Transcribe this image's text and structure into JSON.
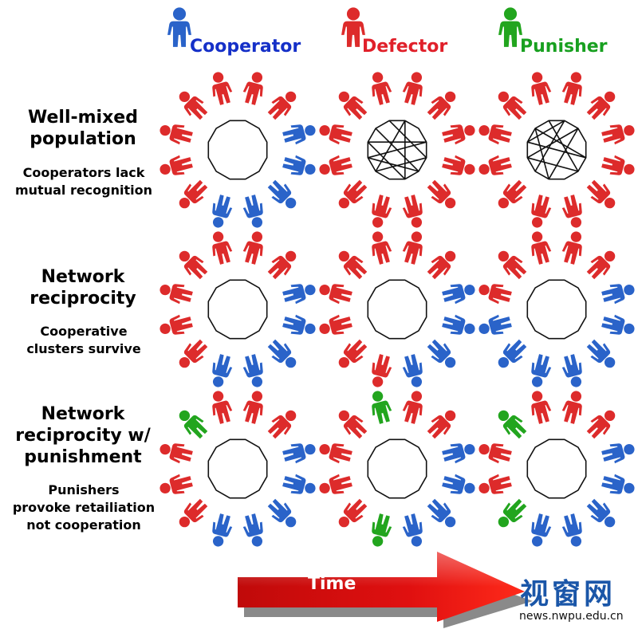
{
  "legend": [
    {
      "label": "Cooperator",
      "color": "#1530c8",
      "figure_color": "#2a63c9",
      "icon": "cooperator-person-icon"
    },
    {
      "label": "Defector",
      "color": "#e0202a",
      "figure_color": "#dd2b2b",
      "icon": "defector-person-icon"
    },
    {
      "label": "Punisher",
      "color": "#18a020",
      "figure_color": "#22a51e",
      "icon": "punisher-person-icon"
    }
  ],
  "rows": [
    {
      "title": "Well-mixed\npopulation",
      "subtitle": "Cooperators lack\nmutual recognition"
    },
    {
      "title": "Network\nreciprocity",
      "subtitle": "Cooperative\nclusters survive"
    },
    {
      "title": "Network\nreciprocity w/\npunishment",
      "subtitle": "Punishers\nprovoke retailiation\nnot cooperation"
    }
  ],
  "time_label": "Time",
  "watermark": {
    "title": "视窗网",
    "url": "news.nwpu.edu.cn"
  },
  "rings": [
    {
      "row": 0,
      "col": 0,
      "agents": "DDDCCCCCDDDD",
      "connections": []
    },
    {
      "row": 0,
      "col": 1,
      "agents": "DDDDDDDDDDDD",
      "connections": [
        [
          0,
          4
        ],
        [
          4,
          8
        ],
        [
          8,
          1
        ],
        [
          1,
          6
        ],
        [
          6,
          10
        ],
        [
          10,
          3
        ],
        [
          3,
          9
        ],
        [
          9,
          5
        ],
        [
          5,
          11
        ]
      ]
    },
    {
      "row": 0,
      "col": 2,
      "agents": "DDDDDDDDDDDD",
      "connections": [
        [
          0,
          5
        ],
        [
          5,
          9
        ],
        [
          9,
          2
        ],
        [
          2,
          7
        ],
        [
          7,
          11
        ],
        [
          11,
          4
        ],
        [
          4,
          10
        ],
        [
          10,
          1
        ],
        [
          1,
          8
        ]
      ]
    },
    {
      "row": 1,
      "col": 0,
      "agents": "DDDCCCCCDDDD",
      "connections": []
    },
    {
      "row": 1,
      "col": 1,
      "agents": "DDDCCCCDDDDD",
      "connections": []
    },
    {
      "row": 1,
      "col": 2,
      "agents": "DDDCCCCCCCDD",
      "connections": []
    },
    {
      "row": 2,
      "col": 0,
      "agents": "DDDCCCCCDDDP",
      "connections": []
    },
    {
      "row": 2,
      "col": 1,
      "agents": "PDDCCCCPDDDD",
      "connections": []
    },
    {
      "row": 2,
      "col": 2,
      "agents": "DDDCCCCCPDDP",
      "connections": []
    }
  ]
}
